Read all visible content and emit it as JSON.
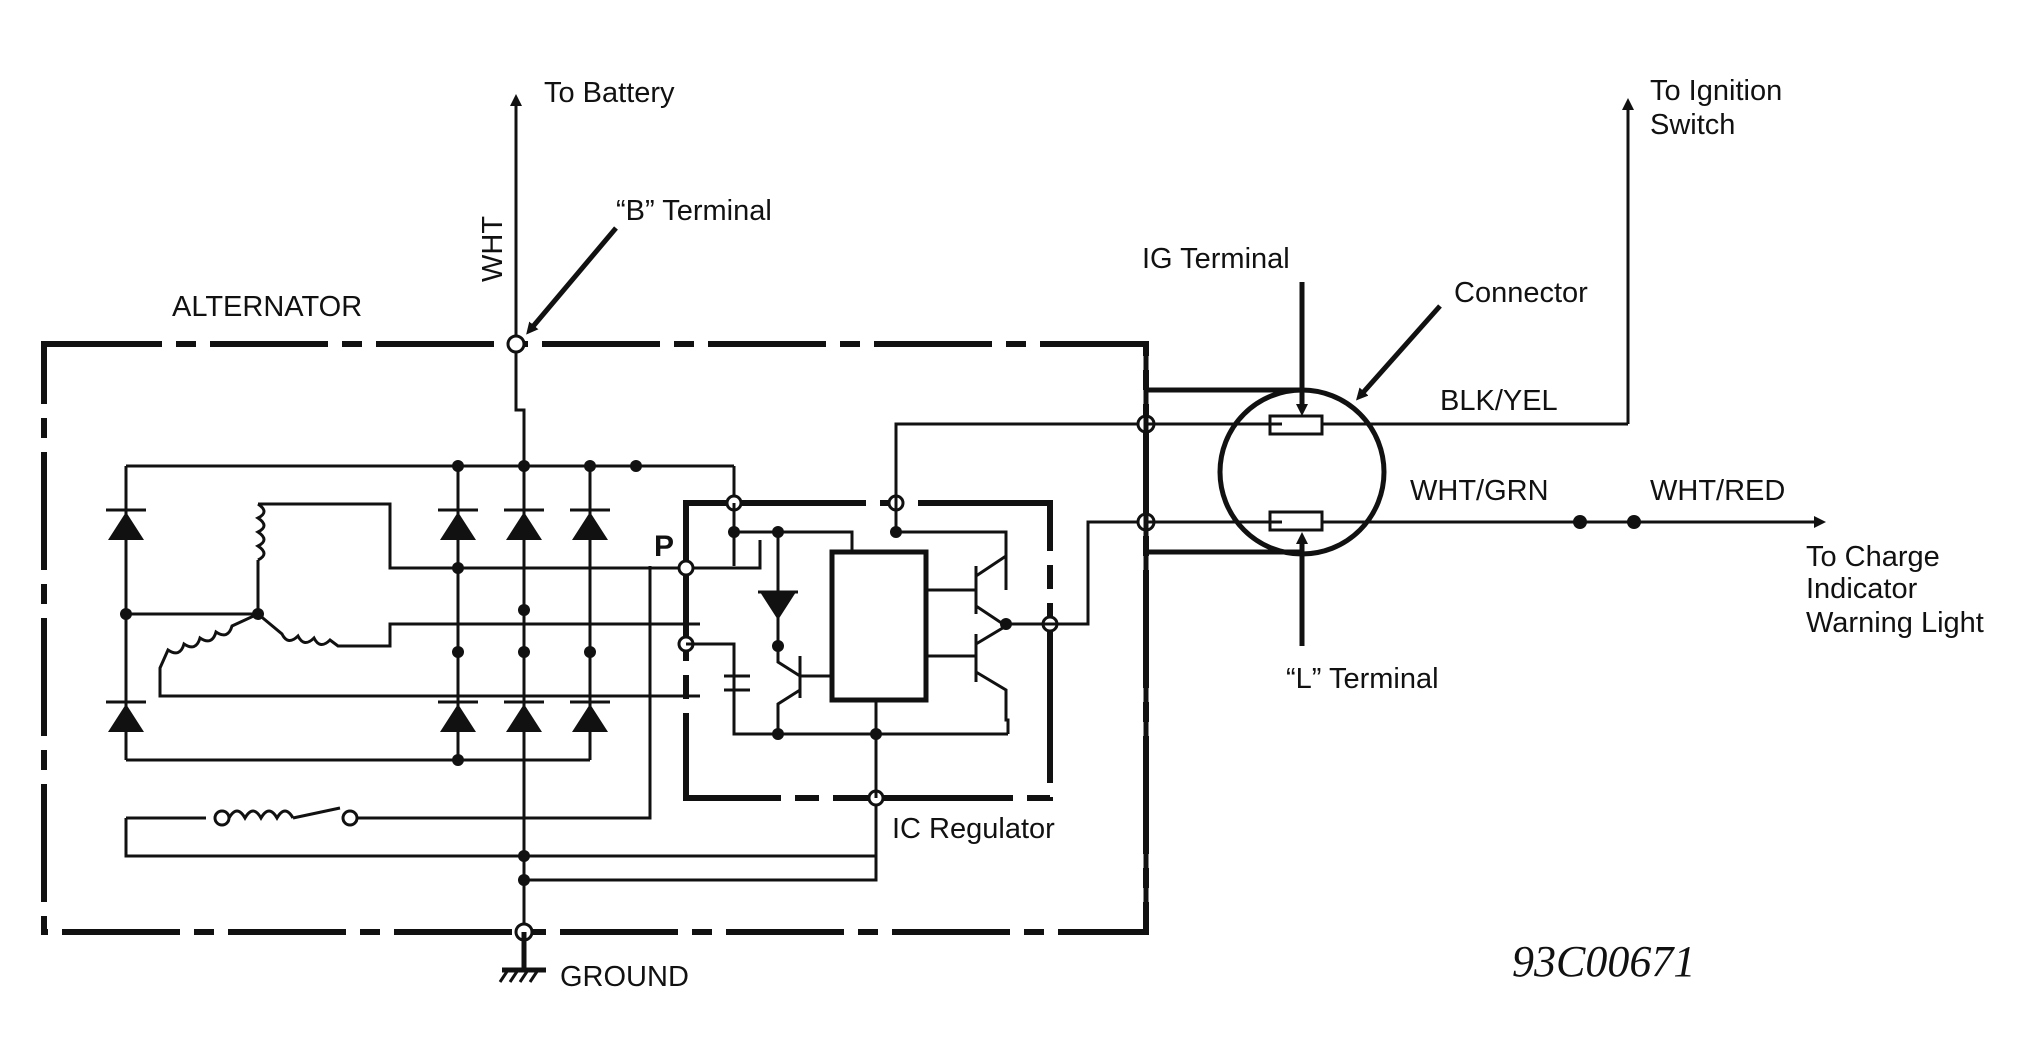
{
  "labels": {
    "to_battery": "To Battery",
    "wht": "WHT",
    "b_terminal": "“B” Terminal",
    "alternator": "ALTERNATOR",
    "ig_terminal": "IG Terminal",
    "connector": "Connector",
    "to_ignition_line1": "To Ignition",
    "to_ignition_line2": "Switch",
    "blk_yel": "BLK/YEL",
    "wht_grn": "WHT/GRN",
    "wht_red": "WHT/RED",
    "to_charge_line1": "To Charge",
    "to_charge_line2": "Indicator",
    "to_charge_line3": "Warning Light",
    "l_terminal": "“L” Terminal",
    "p": "P",
    "ic_regulator": "IC Regulator",
    "ground": "GROUND",
    "figure_code": "93C00671"
  },
  "colors": {
    "ink": "#111111",
    "paper": "#ffffff"
  }
}
